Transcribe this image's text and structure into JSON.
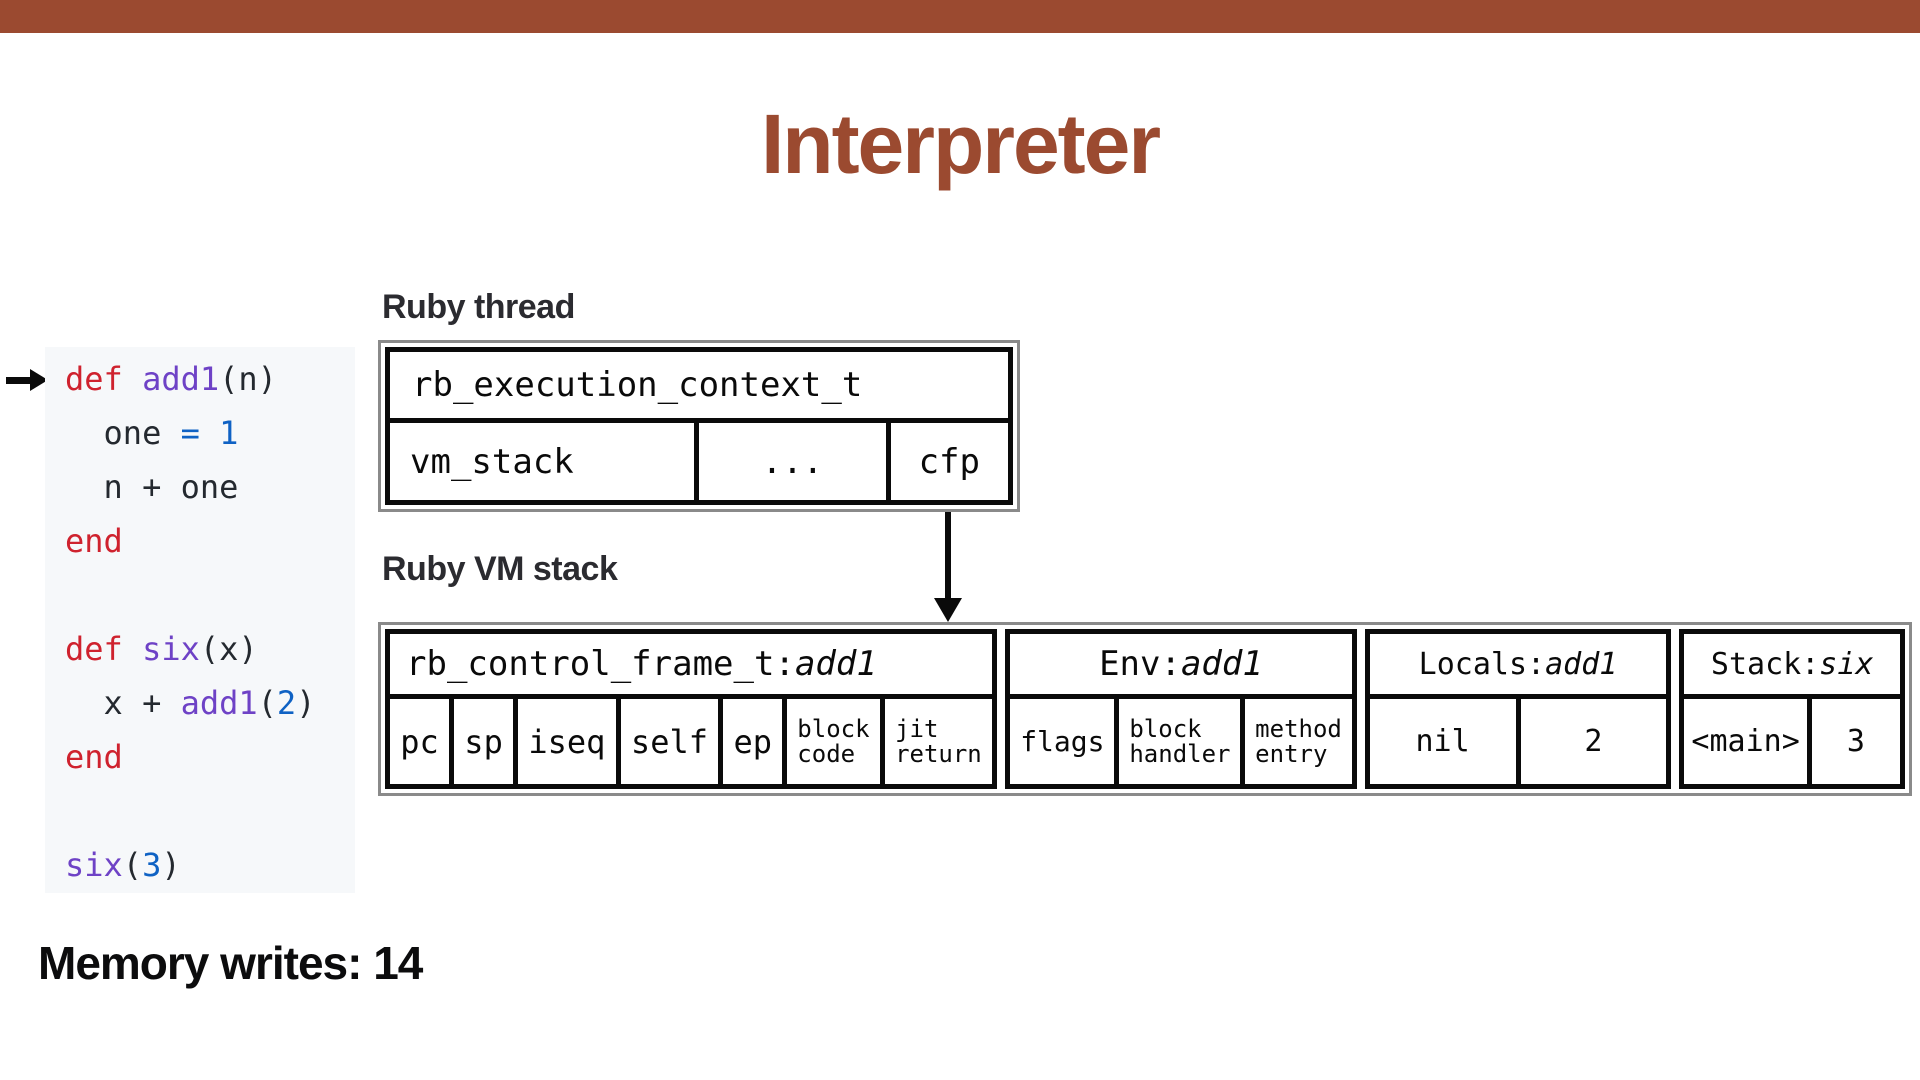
{
  "title": "Interpreter",
  "labels": {
    "thread": "Ruby thread",
    "vm_stack": "Ruby VM stack",
    "memory": "Memory writes: 14"
  },
  "colors": {
    "accent": "#9b4a30",
    "keyword": "#cf222e",
    "function": "#6e42c6",
    "number": "#0f62c4",
    "plain": "#24292f"
  },
  "code": {
    "pointer_line": 0,
    "lines": [
      [
        [
          "keyword",
          "def"
        ],
        [
          "plain",
          " "
        ],
        [
          "function",
          "add1"
        ],
        [
          "plain",
          "(n)"
        ]
      ],
      [
        [
          "plain",
          "  one "
        ],
        [
          "number",
          "= 1"
        ]
      ],
      [
        [
          "plain",
          "  n + one"
        ]
      ],
      [
        [
          "keyword",
          "end"
        ]
      ],
      [],
      [
        [
          "keyword",
          "def"
        ],
        [
          "plain",
          " "
        ],
        [
          "function",
          "six"
        ],
        [
          "plain",
          "(x)"
        ]
      ],
      [
        [
          "plain",
          "  x + "
        ],
        [
          "function",
          "add1"
        ],
        [
          "plain",
          "("
        ],
        [
          "number",
          "2"
        ],
        [
          "plain",
          ")"
        ]
      ],
      [
        [
          "keyword",
          "end"
        ]
      ],
      [],
      [
        [
          "function",
          "six"
        ],
        [
          "plain",
          "("
        ],
        [
          "number",
          "3"
        ],
        [
          "plain",
          ")"
        ]
      ]
    ]
  },
  "thread_box": {
    "header": "rb_execution_context_t",
    "cells": [
      "vm_stack",
      "...",
      "cfp"
    ]
  },
  "vm_boxes": [
    {
      "id": "control-frame",
      "header_prefix": "rb_control_frame_t: ",
      "header_name": "add1",
      "cells": [
        [
          "pc"
        ],
        [
          "sp"
        ],
        [
          "iseq"
        ],
        [
          "self"
        ],
        [
          "ep"
        ],
        [
          "block",
          "code"
        ],
        [
          "jit",
          "return"
        ]
      ]
    },
    {
      "id": "env",
      "header_prefix": "Env: ",
      "header_name": "add1",
      "cells": [
        [
          "flags"
        ],
        [
          "block",
          "handler"
        ],
        [
          "method",
          "entry"
        ]
      ]
    },
    {
      "id": "locals",
      "header_prefix": "Locals: ",
      "header_name": "add1",
      "cells": [
        [
          "nil"
        ],
        [
          "2"
        ]
      ]
    },
    {
      "id": "stack",
      "header_prefix": "Stack: ",
      "header_name": "six",
      "cells": [
        [
          "<main>"
        ],
        [
          "3"
        ]
      ]
    }
  ]
}
